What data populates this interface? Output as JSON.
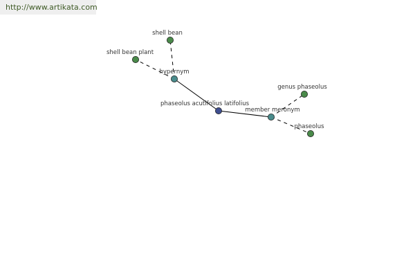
{
  "source_url": "http://www.artikata.com",
  "colors": {
    "center_node": "#3f4f90",
    "relation_node": "#4a8c8c",
    "leaf_node": "#4a8a4a",
    "edge": "#000000"
  },
  "graph": {
    "nodes": [
      {
        "id": "center",
        "label": "phaseolus acutifolius latifolius",
        "kind": "center"
      },
      {
        "id": "hypernym",
        "label": "hypernym",
        "kind": "relation"
      },
      {
        "id": "member-meronym",
        "label": "member meronym",
        "kind": "relation"
      },
      {
        "id": "shell-bean",
        "label": "shell bean",
        "kind": "leaf"
      },
      {
        "id": "shell-bean-plant",
        "label": "shell bean plant",
        "kind": "leaf"
      },
      {
        "id": "genus-phaseolus",
        "label": "genus phaseolus",
        "kind": "leaf"
      },
      {
        "id": "phaseolus",
        "label": "phaseolus",
        "kind": "leaf"
      }
    ],
    "edges": [
      {
        "from": "center",
        "to": "hypernym",
        "style": "solid"
      },
      {
        "from": "center",
        "to": "member-meronym",
        "style": "solid"
      },
      {
        "from": "hypernym",
        "to": "shell-bean",
        "style": "dashed"
      },
      {
        "from": "hypernym",
        "to": "shell-bean-plant",
        "style": "dashed"
      },
      {
        "from": "member-meronym",
        "to": "genus-phaseolus",
        "style": "dashed"
      },
      {
        "from": "member-meronym",
        "to": "phaseolus",
        "style": "dashed"
      }
    ]
  }
}
